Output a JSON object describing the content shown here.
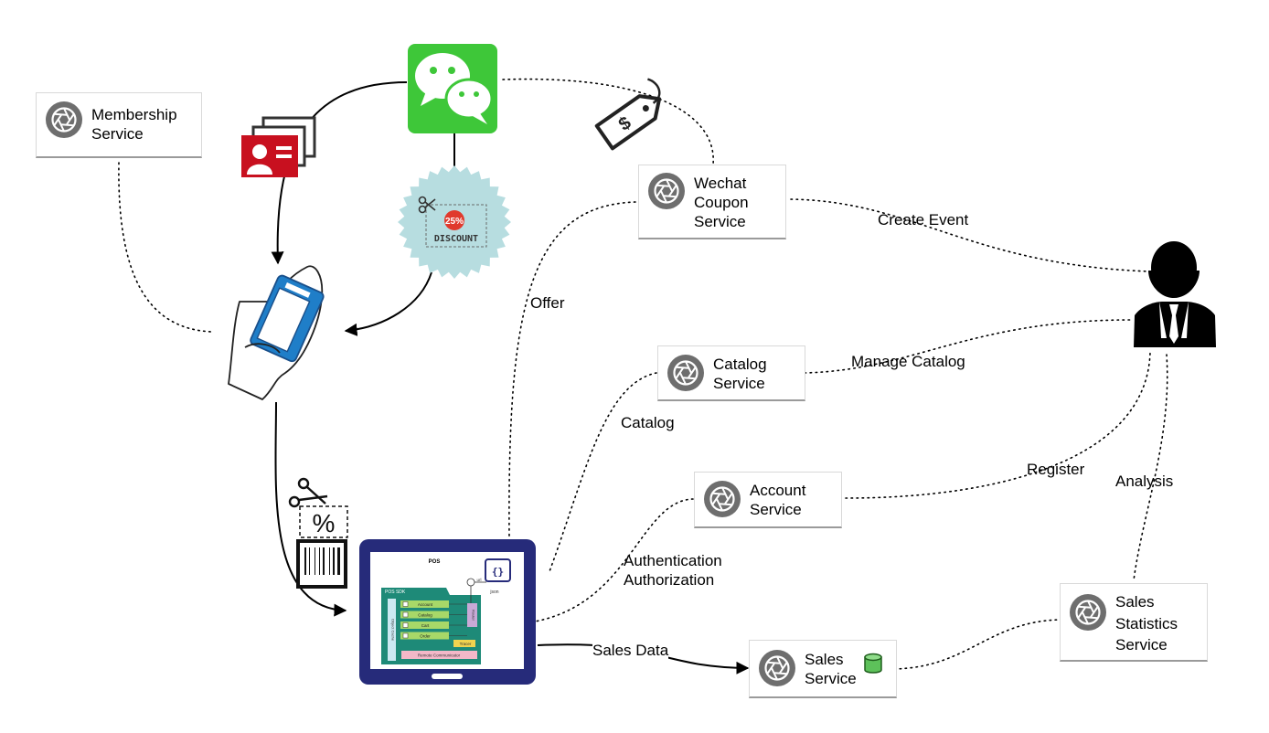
{
  "services": {
    "membership": {
      "name": "Membership\nService"
    },
    "wechat_coupon": {
      "name": "Wechat\nCoupon\nService"
    },
    "catalog": {
      "name": "Catalog\nService"
    },
    "account": {
      "name": "Account\nService"
    },
    "sales": {
      "name": "Sales\nService"
    },
    "sales_statistics": {
      "name": "Sales\nStatistics\nService"
    }
  },
  "edges": {
    "create_event": "Create Event",
    "manage_catalog": "Manage Catalog",
    "offer": "Offer",
    "catalog": "Catalog",
    "register": "Register",
    "analysis": "Analysis",
    "auth": "Authentication\nAuthorization",
    "sales_data": "Sales Data"
  },
  "discount_badge": {
    "percent": "25%",
    "label": "DISCOUNT"
  },
  "pos_screen": {
    "title": "POS",
    "sdk": "POS SDK",
    "modules": [
      "Account",
      "Catalog",
      "Cart",
      "Order"
    ],
    "url": "url",
    "json": "json",
    "tracer": "Tracer",
    "communicator": "Remote Communicator",
    "router": "Router",
    "cache": "Object Cache"
  },
  "colors": {
    "wechat": "#3ec739",
    "pos_frame": "#262b7a",
    "pos_panel": "#1e8a78",
    "module": "#a8d868",
    "id_card": "#c8101f",
    "badge": "#b7dde0",
    "db": "#5dc15a",
    "aperture": "#6e6e6e"
  },
  "icons": [
    "wechat-icon",
    "membership-card-icon",
    "discount-badge-icon",
    "price-tag-icon",
    "phone-in-hand-icon",
    "scissors-icon",
    "barcode-icon",
    "pos-tablet-icon",
    "user-icon",
    "database-icon",
    "aperture-icon"
  ]
}
